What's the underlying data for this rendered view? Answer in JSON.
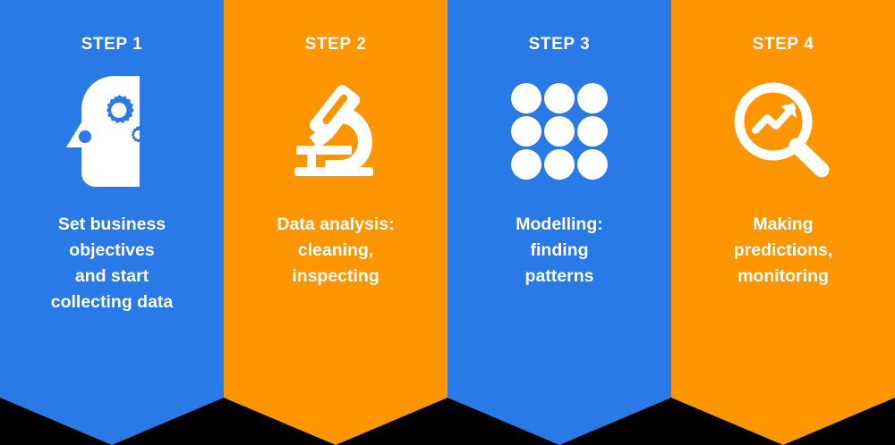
{
  "diagram": {
    "title": "Data science process four steps",
    "background_color": "#000000",
    "colors": {
      "blue": "#2979e7",
      "orange": "#ff9500",
      "text": "#ffffff"
    },
    "steps": [
      {
        "label": "STEP 1",
        "color": "#2979e7",
        "color_name": "blue",
        "icon": "head-with-gears-icon",
        "caption_lines": [
          "Set business",
          "objectives",
          "and start",
          "collecting data"
        ]
      },
      {
        "label": "STEP 2",
        "color": "#ff9500",
        "color_name": "orange",
        "icon": "microscope-icon",
        "caption_lines": [
          "Data analysis:",
          "cleaning,",
          "inspecting"
        ]
      },
      {
        "label": "STEP 3",
        "color": "#2979e7",
        "color_name": "blue",
        "icon": "dot-grid-icon",
        "caption_lines": [
          "Modelling:",
          "finding",
          "patterns"
        ]
      },
      {
        "label": "STEP 4",
        "color": "#ff9500",
        "color_name": "orange",
        "icon": "magnifier-trend-icon",
        "caption_lines": [
          "Making",
          "predictions,",
          "monitoring"
        ]
      }
    ]
  }
}
